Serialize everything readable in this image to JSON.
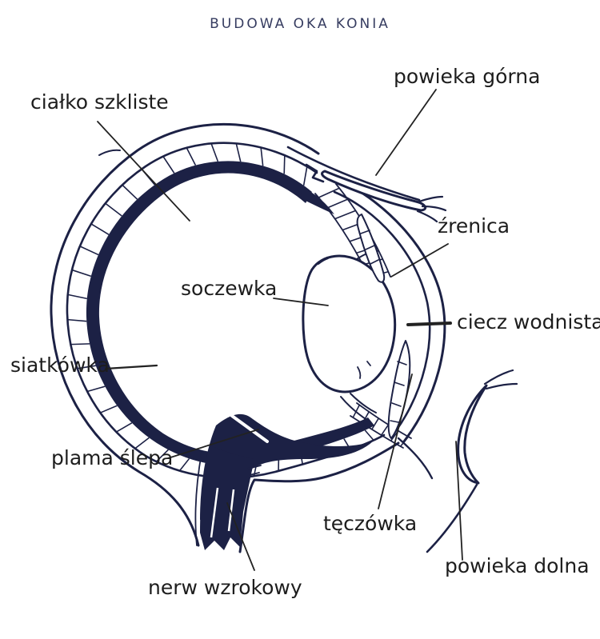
{
  "title": "BUDOWA OKA KONIA",
  "labels": [
    {
      "id": "cialko-szkliste",
      "text": "ciałko szkliste"
    },
    {
      "id": "powieka-gorna",
      "text": "powieka górna"
    },
    {
      "id": "zrenica",
      "text": "źrenica"
    },
    {
      "id": "soczewka",
      "text": "soczewka"
    },
    {
      "id": "ciecz-wodnista",
      "text": "ciecz wodnista"
    },
    {
      "id": "siatkowka",
      "text": "siatkówka"
    },
    {
      "id": "plama-slepa",
      "text": "plama ślepa"
    },
    {
      "id": "teczowka",
      "text": "tęczówka"
    },
    {
      "id": "powieka-dolna",
      "text": "powieka dolna"
    },
    {
      "id": "nerw-wzrokowy",
      "text": "nerw wzrokowy"
    }
  ],
  "colors": {
    "ink": "#1c2145",
    "label": "#1d1d1d",
    "title": "#363c60",
    "leader": "#222222",
    "background": "#ffffff"
  }
}
